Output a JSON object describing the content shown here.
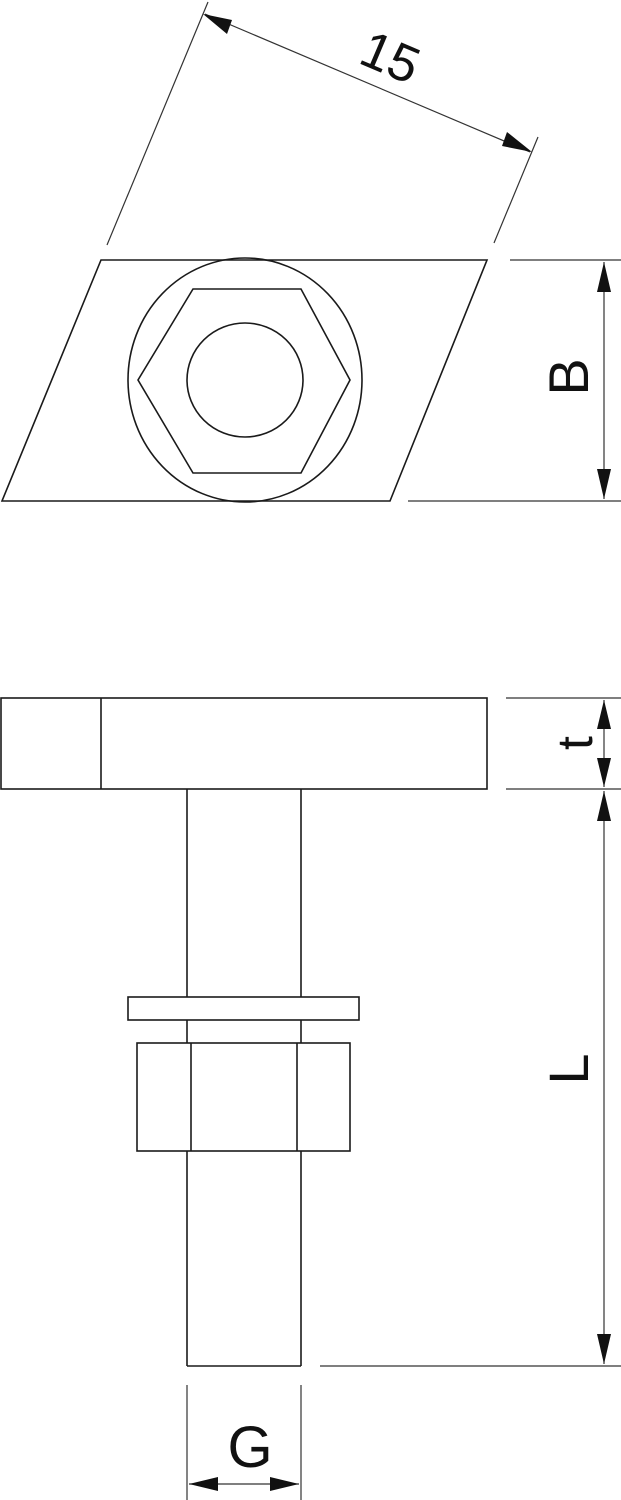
{
  "drawing": {
    "type": "technical-drawing",
    "subject": "T-head bolt with washer and hex nut",
    "views": [
      {
        "name": "top-view",
        "shape": "parallelogram plate with circular washer, hex nut and bolt end"
      },
      {
        "name": "side-view",
        "shape": "T-head plate, bolt shank, washer, hex nut"
      }
    ],
    "colors": {
      "line": "#1a1a1a",
      "background": "#ffffff"
    }
  },
  "dimensions": {
    "angle_label": "15",
    "width_label": "B",
    "thickness_label": "t",
    "length_label": "L",
    "thread_label": "G"
  }
}
